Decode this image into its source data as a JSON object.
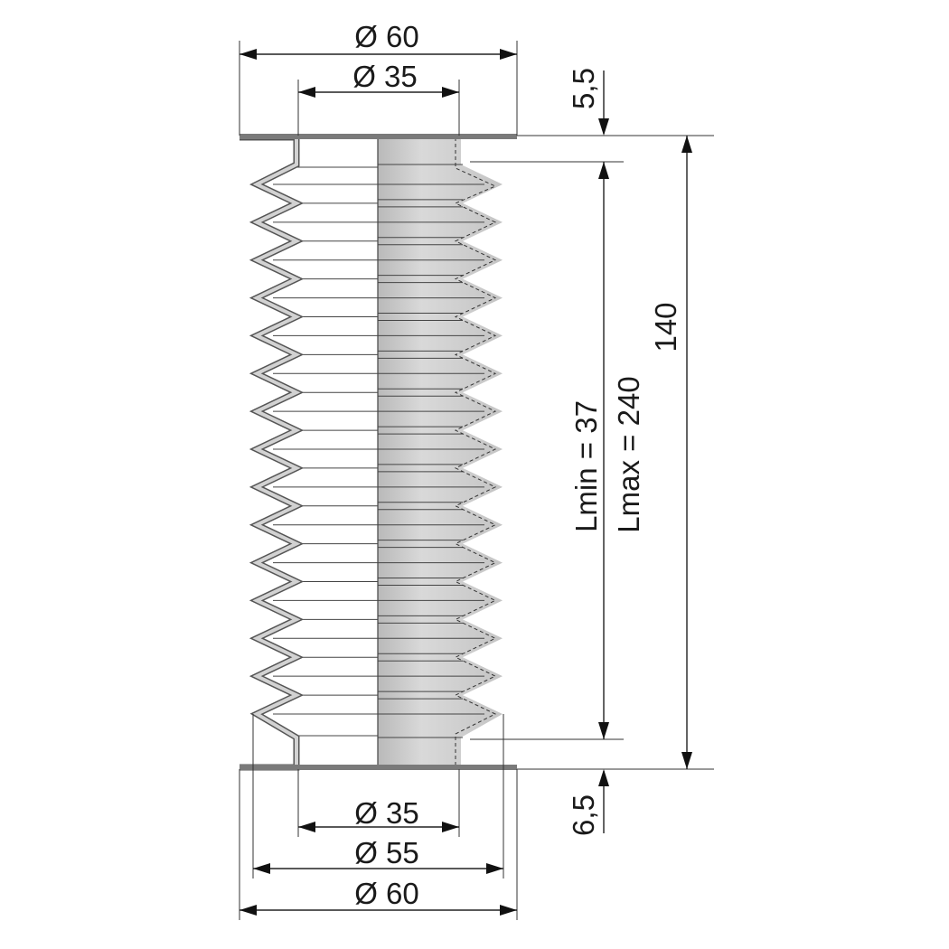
{
  "drawing": {
    "labels": {
      "top_outer_diameter": "Ø 60",
      "top_inner_diameter": "Ø 35",
      "top_flange_thickness": "5,5",
      "bottom_inner_diameter": "Ø 35",
      "bottom_mid_diameter": "Ø 55",
      "bottom_outer_diameter": "Ø 60",
      "bottom_flange_thickness": "6,5",
      "total_height": "140",
      "l_min": "Lmin = 37",
      "l_max": "Lmax = 240"
    },
    "convolution_count": 14,
    "colors": {
      "body_gray": "#c8c8c8",
      "outline": "#555555",
      "dimension": "#111111"
    }
  }
}
